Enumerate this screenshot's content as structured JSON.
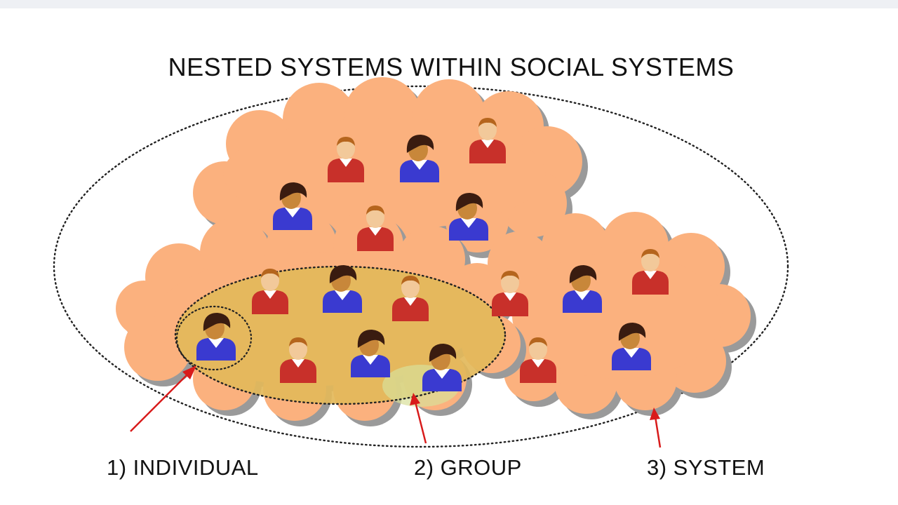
{
  "title": "NESTED SYSTEMS WITHIN SOCIAL SYSTEMS",
  "labels": {
    "individual": "1) INDIVIDUAL",
    "group": "2) GROUP",
    "system": "3) SYSTEM"
  },
  "colors": {
    "cloud_fill": "#fbb17e",
    "cloud_shadow": "#9a9a9a",
    "group_fill": "#e3b85a",
    "arrow": "#d81b1b",
    "person_red": "#c8302a",
    "person_blue": "#3a3ad0"
  },
  "icons": [
    "person-icon",
    "arrow-icon"
  ]
}
